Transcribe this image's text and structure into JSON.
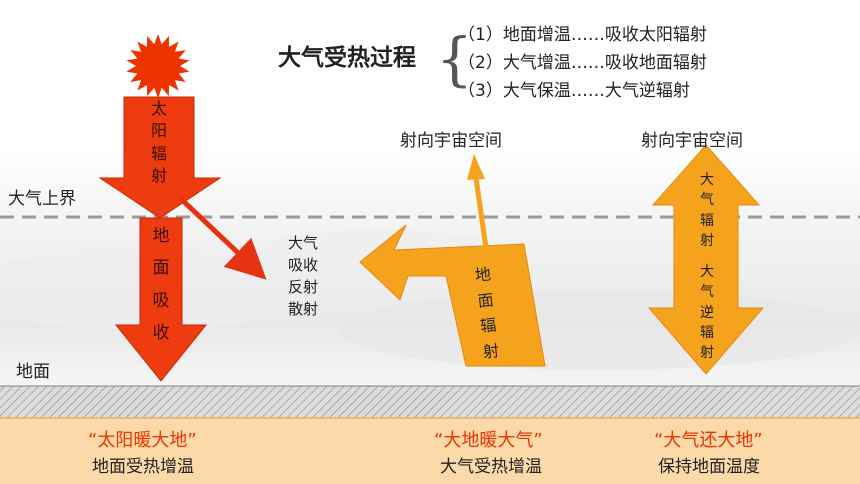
{
  "title": "大气受热过程",
  "process_steps": [
    "（1）地面增温……吸收太阳辐射",
    "（2）大气增温……吸收地面辐射",
    "（3）大气保温……大气逆辐射"
  ],
  "labels": {
    "atmosphere_top": "大气上界",
    "ground": "地面",
    "to_space_1": "射向宇宙空间",
    "to_space_2": "射向宇宙空间",
    "atm_effects": [
      "大气",
      "吸收",
      "反射",
      "散射"
    ]
  },
  "arrows": {
    "solar_radiation": "太阳辐射",
    "ground_absorb": "地面吸收",
    "ground_radiation": "地面辐射",
    "atm_radiation": "大气辐射",
    "atm_counter_radiation": "大气逆辐射"
  },
  "captions": [
    {
      "quote": "“太阳暖大地”",
      "desc": "地面受热增温"
    },
    {
      "quote": "“大地暖大气”",
      "desc": "大气受热增温"
    },
    {
      "quote": "“大气还大地”",
      "desc": "保持地面温度"
    }
  ],
  "colors": {
    "solar_arrow": "#ee3b0f",
    "ground_arrow": "#f5a31d",
    "sun": "#ee3300",
    "caption_quote": "#ee3300",
    "ground_band": "#fbd9a8",
    "dashed_line": "#9a9a9a"
  }
}
